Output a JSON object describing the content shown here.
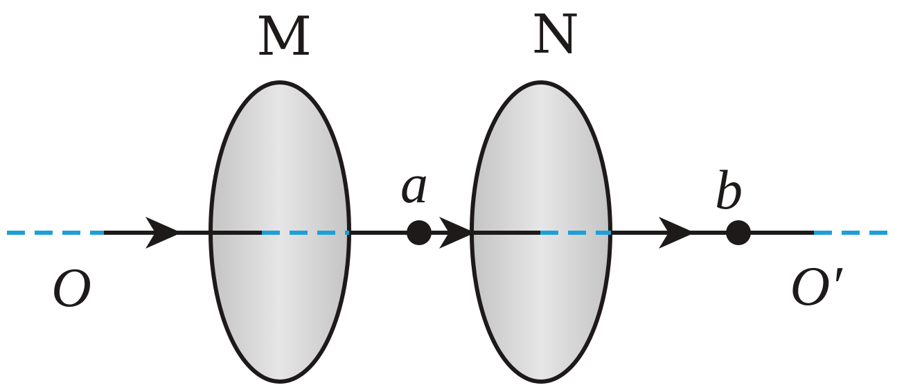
{
  "labels": {
    "lens_m": "M",
    "lens_n": "N",
    "point_a": "a",
    "point_b": "b",
    "axis_start": "O",
    "axis_end": "O′"
  },
  "colors": {
    "line": "#1e1a1a",
    "dash": "#1e9fd8",
    "lens_edge": "#c4c4c4",
    "lens_center": "#e6e6e6"
  }
}
